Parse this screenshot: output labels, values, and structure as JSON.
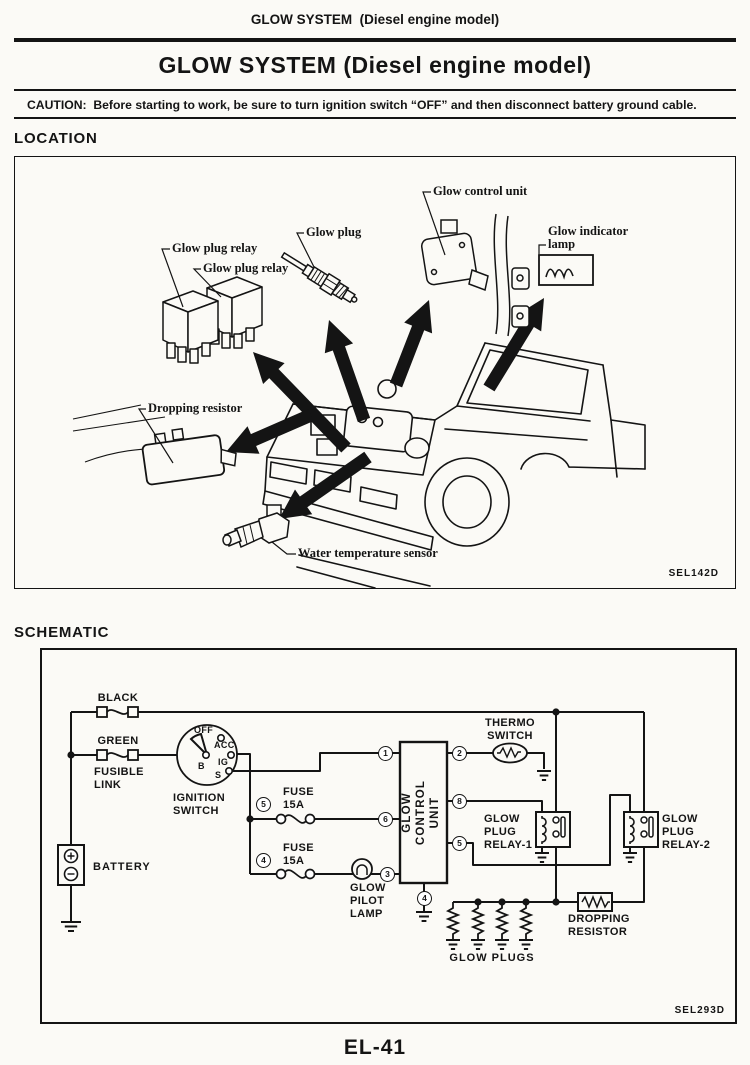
{
  "page": {
    "running_header": "GLOW SYSTEM  (Diesel engine model)",
    "title": "GLOW SYSTEM (Diesel engine model)",
    "caution": "CAUTION:  Before starting to work, be sure to turn ignition switch “OFF” and then disconnect battery ground cable.",
    "page_number": "EL-41"
  },
  "location": {
    "heading": "LOCATION",
    "figure_id": "SEL142D",
    "labels": {
      "glow_control_unit": "Glow control unit",
      "glow_plug": "Glow plug",
      "glow_indicator_line1": "Glow indicator",
      "glow_indicator_line2": "lamp",
      "glow_plug_relay_a": "Glow plug relay",
      "glow_plug_relay_b": "Glow plug relay",
      "dropping_resistor": "Dropping resistor",
      "water_temperature_sensor": "Water temperature sensor"
    }
  },
  "schematic": {
    "heading": "SCHEMATIC",
    "figure_id": "SEL293D",
    "wire_black": "BLACK",
    "wire_green": "GREEN",
    "fusible_link": [
      "FUSIBLE",
      "LINK"
    ],
    "ignition_switch_label": [
      "IGNITION",
      "SWITCH"
    ],
    "ignition_positions": {
      "off": "OFF",
      "acc": "ACC",
      "b": "B",
      "ig": "IG",
      "s": "S"
    },
    "battery": "BATTERY",
    "fuse_upper": {
      "marker": "5",
      "name": "FUSE",
      "rating": "15A"
    },
    "fuse_lower": {
      "marker": "4",
      "name": "FUSE",
      "rating": "15A"
    },
    "glow_pilot_lamp": [
      "GLOW",
      "PILOT",
      "LAMP"
    ],
    "glow_control_unit": [
      "GLOW",
      "CONTROL",
      "UNIT"
    ],
    "thermo_switch": [
      "THERMO",
      "SWITCH"
    ],
    "glow_plug_relay_1": [
      "GLOW",
      "PLUG",
      "RELAY-1"
    ],
    "glow_plug_relay_2": [
      "GLOW",
      "PLUG",
      "RELAY-2"
    ],
    "dropping_resistor": [
      "DROPPING",
      "RESISTOR"
    ],
    "glow_plugs": "GLOW PLUGS",
    "terminals": {
      "t1": "1",
      "t2": "2",
      "t3": "3",
      "t4": "4",
      "t5": "5",
      "t6": "6",
      "t8": "8"
    }
  }
}
